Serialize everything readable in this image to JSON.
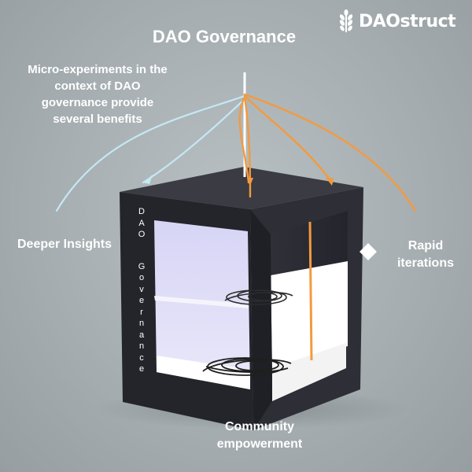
{
  "brand": {
    "name": "DAOstruct",
    "logo_icon": "wheat-icon"
  },
  "title": "DAO Governance",
  "subtitle_lines": [
    "Micro-experiments in the",
    "context of DAO",
    "governance provide",
    "several benefits"
  ],
  "box_side_text_words": [
    "DAO",
    "Governance"
  ],
  "labels": {
    "left": "Deeper Insights",
    "right_lines": [
      "Rapid",
      "iterations"
    ],
    "bottom_lines": [
      "Community",
      "empowerment"
    ]
  },
  "colors": {
    "background": "#a9b1b4",
    "text": "#ffffff",
    "box": "#2b2c33",
    "arrow_orange": "#f39a3e",
    "arrow_blue": "#bfe6f3",
    "stem": "#ffffff",
    "interior_left": "#dcdcf6",
    "interior_floor": "#ffffff"
  }
}
